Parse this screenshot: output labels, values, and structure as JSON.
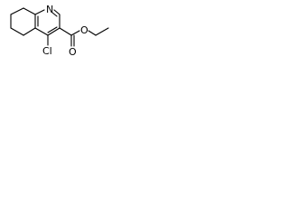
{
  "molecule": {
    "atoms": {
      "ring_nitrogen": "N",
      "chloro": "Cl",
      "carbonyl_oxygen": "O",
      "ester_oxygen": "O"
    },
    "colors": {
      "bond": "#000000",
      "label": "#000000",
      "background": "#ffffff"
    }
  }
}
